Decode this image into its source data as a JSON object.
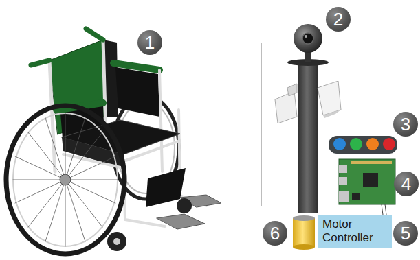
{
  "diagram": {
    "nodes": [
      {
        "text": [
          "Motor Controller"
        ]
      }
    ],
    "labels": [
      "1",
      "2",
      "3",
      "4",
      "5",
      "6"
    ]
  }
}
